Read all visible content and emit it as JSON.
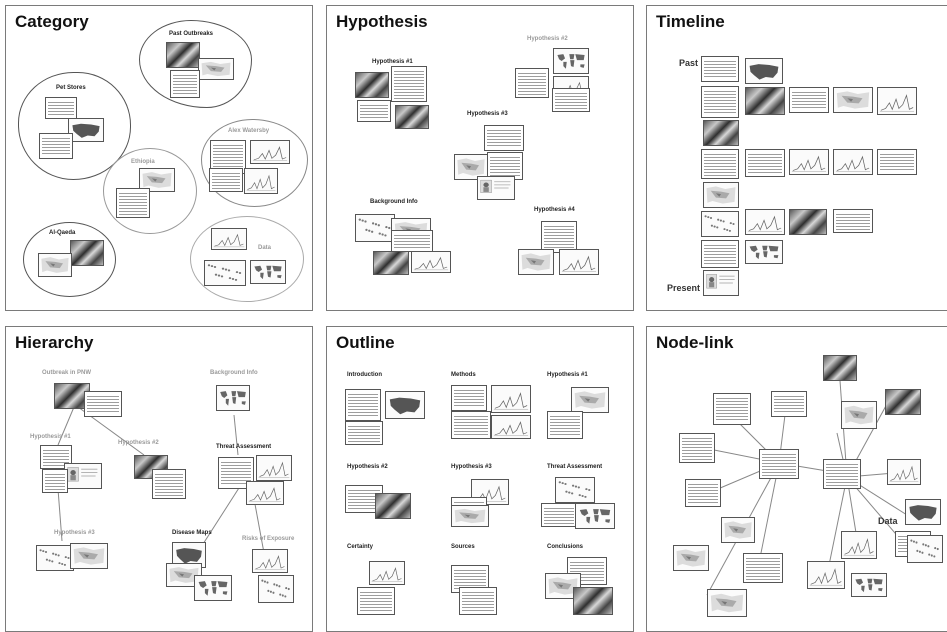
{
  "panels": {
    "category": {
      "title": "Category",
      "groups": [
        "Past Outbreaks",
        "Pet Stores",
        "Alex Watersby",
        "Ethiopia",
        "Al-Qaeda",
        "Data"
      ]
    },
    "hypothesis": {
      "title": "Hypothesis",
      "labels": [
        "Hypothesis #1",
        "Hypothesis #2",
        "Hypothesis #3",
        "Background Info",
        "Hypothesis #4"
      ]
    },
    "timeline": {
      "title": "Timeline",
      "start_label": "Past",
      "end_label": "Present"
    },
    "hierarchy": {
      "title": "Hierarchy",
      "labels": [
        "Outbreak in PNW",
        "Background Info",
        "Hypothesis #1",
        "Hypothesis #2",
        "Threat Assessment",
        "Hypothesis #3",
        "Disease Maps",
        "Risks of Exposure"
      ]
    },
    "outline": {
      "title": "Outline",
      "sections": [
        "Introduction",
        "Methods",
        "Hypothesis #1",
        "Hypothesis #2",
        "Hypothesis #3",
        "Threat Assessment",
        "Certainty",
        "Sources",
        "Conclusions"
      ]
    },
    "nodelink": {
      "title": "Node-link",
      "labels": [
        "Data"
      ]
    }
  },
  "colors": {
    "border": "#7a7a7a",
    "card_border": "#555555",
    "text_line": "#9d9d9d",
    "faint_label": "#9a9a9a"
  }
}
